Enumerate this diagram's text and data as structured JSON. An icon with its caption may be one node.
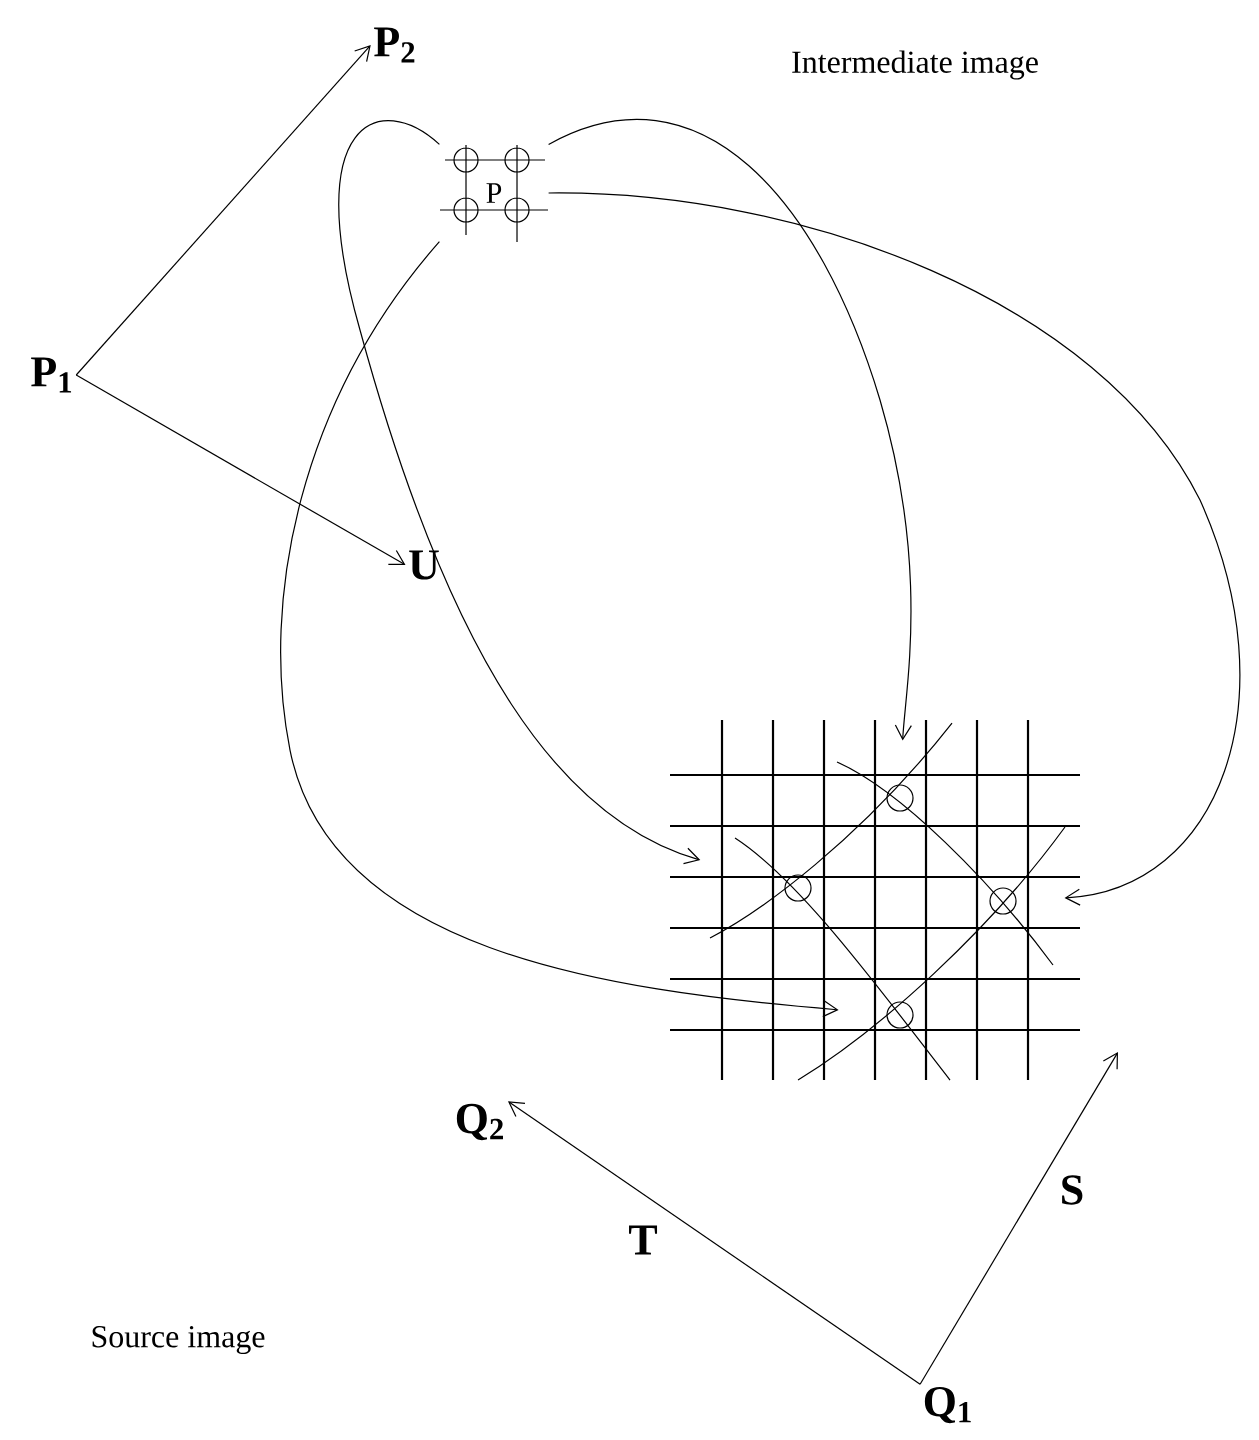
{
  "diagram": {
    "nodes": [
      {
        "text": [
          "P$_{2}$"
        ]
      },
      {
        "text": [
          "P$_{1}$"
        ]
      },
      {
        "text": [
          "U"
        ]
      },
      {
        "text": [
          "P"
        ]
      },
      {
        "text": [],
        "shape": "grid"
      },
      {
        "text": [],
        "shape": "circle",
        "in": 4
      },
      {
        "text": [],
        "shape": "circle",
        "in": 4
      },
      {
        "text": [],
        "shape": "circle",
        "in": 4
      },
      {
        "text": [],
        "shape": "circle",
        "in": 4
      },
      {
        "text": [
          "Q$_{2}$"
        ]
      },
      {
        "text": [
          "Q$_{1}$"
        ]
      }
    ],
    "edges": [
      {
        "from": 1,
        "to": 0,
        "arrow": "to"
      },
      {
        "from": 1,
        "to": 2,
        "arrow": "to"
      },
      {
        "from": 3,
        "to": 6,
        "arrow": "to"
      },
      {
        "from": 3,
        "to": 5,
        "arrow": "to"
      },
      {
        "from": 3,
        "to": 7,
        "arrow": "to"
      },
      {
        "from": 3,
        "to": 8,
        "arrow": "to"
      },
      {
        "from": 10,
        "to": 9,
        "arrow": "to",
        "label": "T"
      },
      {
        "from": 10,
        "to": null,
        "arrow": "to",
        "label": "S"
      }
    ],
    "labels": [
      "Intermediate image",
      "Source image"
    ]
  }
}
